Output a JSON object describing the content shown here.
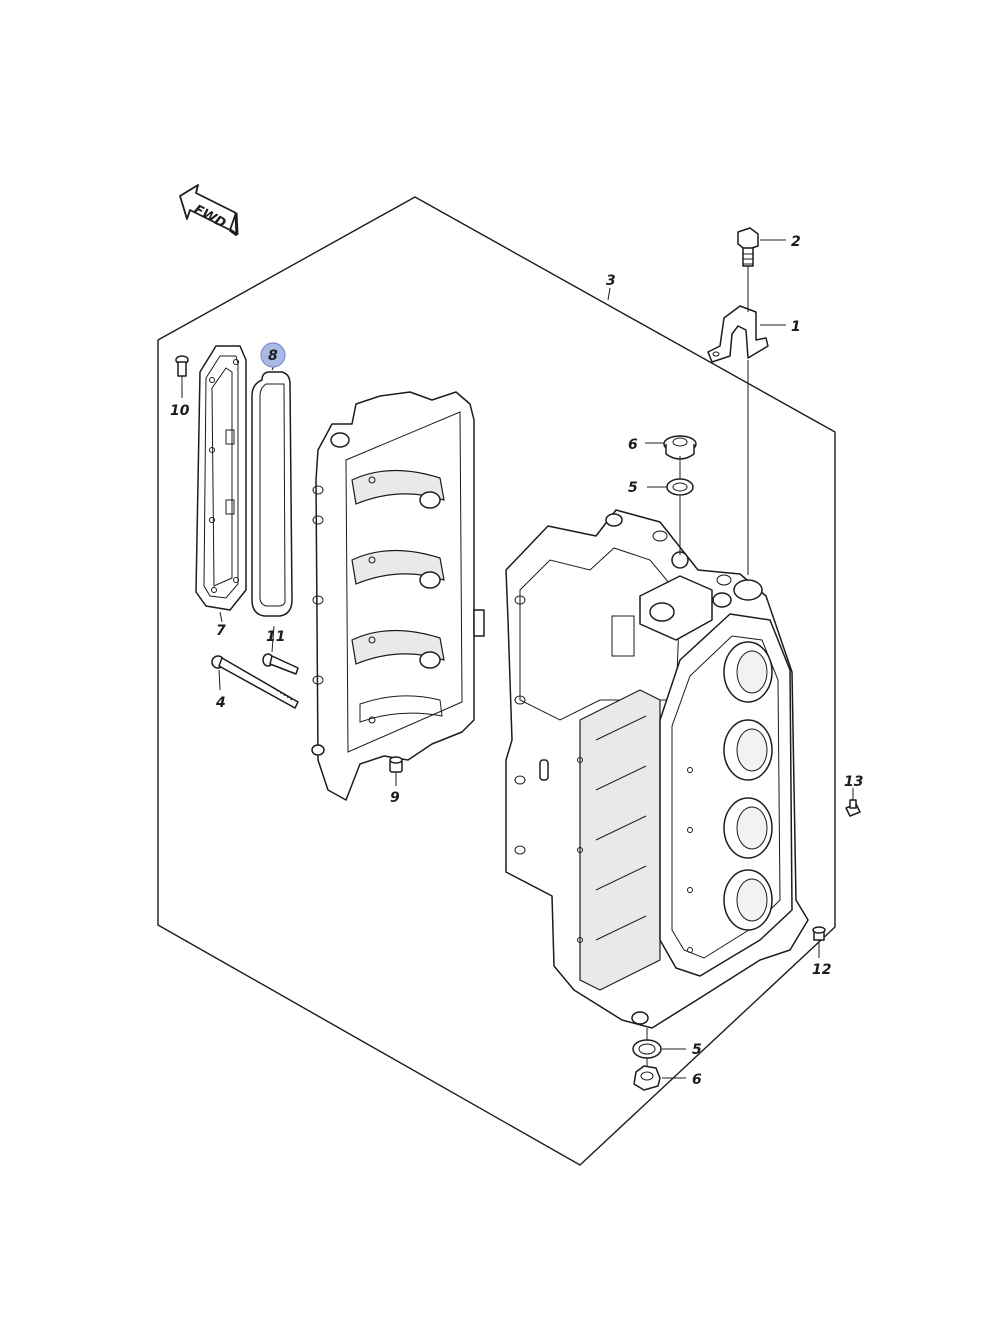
{
  "direction_label": "FWD",
  "highlight_color": "#aab8e6",
  "callouts": [
    {
      "id": "c1",
      "label": "1"
    },
    {
      "id": "c2",
      "label": "2"
    },
    {
      "id": "c3",
      "label": "3"
    },
    {
      "id": "c4",
      "label": "4"
    },
    {
      "id": "c5a",
      "label": "5"
    },
    {
      "id": "c5b",
      "label": "5"
    },
    {
      "id": "c6a",
      "label": "6"
    },
    {
      "id": "c6b",
      "label": "6"
    },
    {
      "id": "c7",
      "label": "7"
    },
    {
      "id": "c8",
      "label": "8",
      "highlighted": true
    },
    {
      "id": "c9",
      "label": "9"
    },
    {
      "id": "c10",
      "label": "10"
    },
    {
      "id": "c11",
      "label": "11"
    },
    {
      "id": "c12",
      "label": "12"
    },
    {
      "id": "c13",
      "label": "13"
    }
  ]
}
